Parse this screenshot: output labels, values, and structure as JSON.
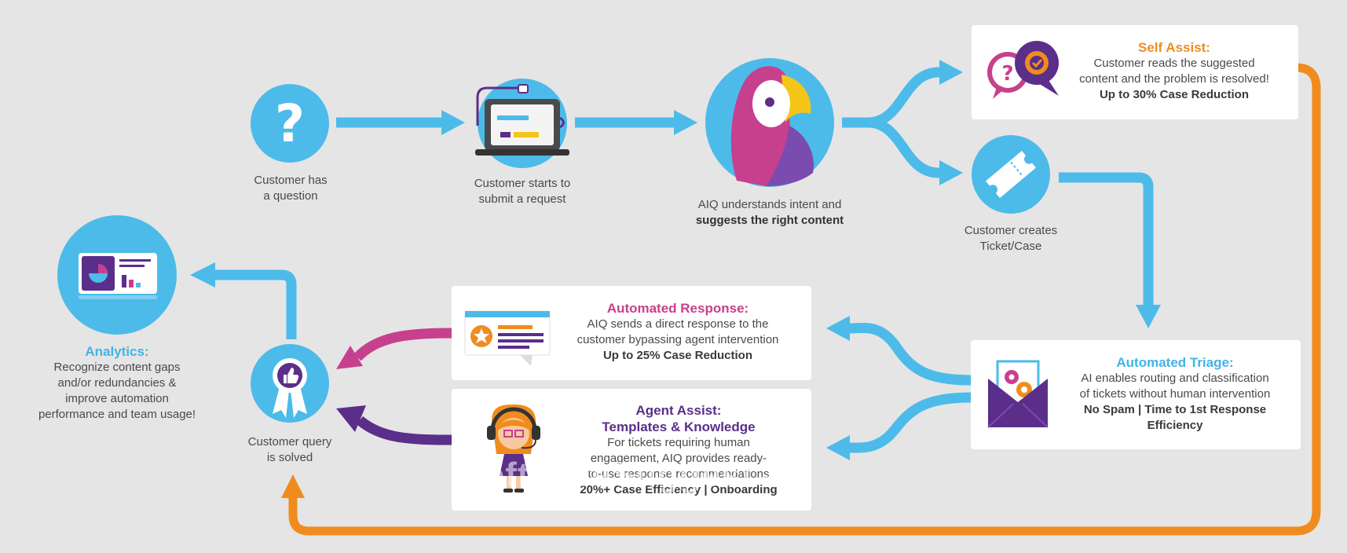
{
  "colors": {
    "blue": "#4cbbea",
    "orange": "#f08c1e",
    "pink": "#c7408e",
    "purple": "#5b2e8a",
    "background": "#e5e5e5"
  },
  "steps": {
    "question": {
      "icon": "question-mark-icon",
      "line1": "Customer has",
      "line2": "a question"
    },
    "submit": {
      "icon": "laptop-form-icon",
      "line1": "Customer starts to",
      "line2": "submit a request"
    },
    "aiq": {
      "icon": "parrot-icon",
      "line1": "AIQ understands intent and",
      "line2": "suggests the right content"
    },
    "ticket": {
      "icon": "ticket-icon",
      "line1": "Customer creates",
      "line2": "Ticket/Case"
    },
    "solved": {
      "icon": "award-thumbs-up-icon",
      "line1": "Customer query",
      "line2": "is solved"
    },
    "analytics": {
      "icon": "dashboard-chart-icon",
      "title": "Analytics:",
      "line1": "Recognize content gaps",
      "line2": "and/or redundancies &",
      "line3": "improve automation",
      "line4": "performance and team usage!"
    }
  },
  "cards": {
    "self_assist": {
      "icon": "question-gear-bubbles-icon",
      "title": "Self Assist:",
      "line1": "Customer reads the suggested",
      "line2": "content and the problem is resolved!",
      "highlight": "Up to 30% Case Reduction"
    },
    "automated_triage": {
      "icon": "envelope-gears-icon",
      "title": "Automated Triage:",
      "line1": "AI enables routing and classification",
      "line2": "of tickets without human intervention",
      "highlight1": "No Spam | Time to 1st Response",
      "highlight2": "Efficiency"
    },
    "automated_response": {
      "icon": "chat-star-icon",
      "title": "Automated Response:",
      "line1": "AIQ sends a direct response to  the",
      "line2": "customer bypassing agent intervention",
      "highlight": "Up to 25% Case Reduction"
    },
    "agent_assist": {
      "icon": "headset-agent-icon",
      "title1": "Agent Assist:",
      "title2": "Templates & Knowledge",
      "line1": "For tickets requiring human",
      "line2": "engagement, AIQ provides ready-",
      "line3": "to-use response recommendations",
      "highlight": "20%+ Case Efficiency | Onboarding"
    }
  },
  "watermark": {
    "main": "SoftwareSuggest",
    "suffix": ".com"
  }
}
